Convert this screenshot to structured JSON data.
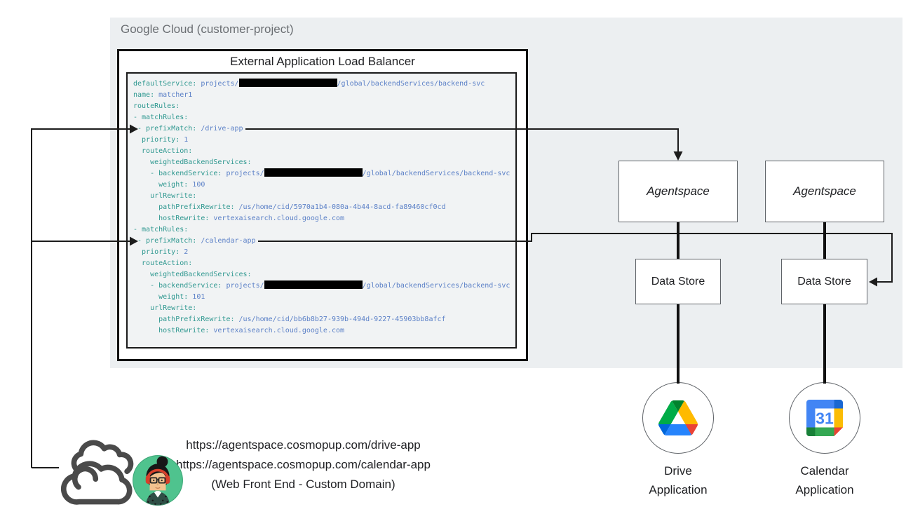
{
  "colors": {
    "container_bg": "#eceff1",
    "code_bg": "#f1f3f4",
    "yaml_key": "#2f9890",
    "yaml_value": "#5b80c7",
    "connector": "#1c1c1c",
    "drive_green": "#00ac47",
    "drive_yellow": "#ffba00",
    "drive_blue": "#2684fc",
    "drive_red": "#ea4335",
    "calendar_blue": "#4285f4",
    "avatar_bg_green": "#4fc38e"
  },
  "container_label": "Google Cloud (customer-project)",
  "load_balancer": {
    "title": "External Application Load Balancer"
  },
  "code": {
    "lines": [
      [
        [
          "k",
          "defaultService:"
        ],
        [
          "v",
          " projects/"
        ],
        [
          "r",
          ""
        ],
        [
          "v",
          "/global/backendServices/backend-svc"
        ]
      ],
      [
        [
          "k",
          "name:"
        ],
        [
          "v",
          " matcher1"
        ]
      ],
      [
        [
          "k",
          "routeRules:"
        ]
      ],
      [
        [
          "k",
          "- matchRules:"
        ]
      ],
      [
        [
          "k",
          " - prefixMatch:"
        ],
        [
          "v",
          " /drive-app"
        ]
      ],
      [
        [
          "k",
          "  priority:"
        ],
        [
          "v",
          " 1"
        ]
      ],
      [
        [
          "k",
          "  routeAction:"
        ]
      ],
      [
        [
          "k",
          "    weightedBackendServices:"
        ]
      ],
      [
        [
          "k",
          "    - backendService:"
        ],
        [
          "v",
          " projects/"
        ],
        [
          "r",
          ""
        ],
        [
          "v",
          "/global/backendServices/backend-svc"
        ]
      ],
      [
        [
          "k",
          "      weight:"
        ],
        [
          "v",
          " 100"
        ]
      ],
      [
        [
          "k",
          "    urlRewrite:"
        ]
      ],
      [
        [
          "k",
          "      pathPrefixRewrite:"
        ],
        [
          "v",
          " /us/home/cid/5970a1b4-080a-4b44-8acd-fa89460cf0cd"
        ]
      ],
      [
        [
          "k",
          "      hostRewrite:"
        ],
        [
          "v",
          " vertexaisearch.cloud.google.com"
        ]
      ],
      [
        [
          "k",
          "- matchRules:"
        ]
      ],
      [
        [
          "k",
          " - prefixMatch:"
        ],
        [
          "v",
          " /calendar-app"
        ]
      ],
      [
        [
          "k",
          "  priority:"
        ],
        [
          "v",
          " 2"
        ]
      ],
      [
        [
          "k",
          "  routeAction:"
        ]
      ],
      [
        [
          "k",
          "    weightedBackendServices:"
        ]
      ],
      [
        [
          "k",
          "    - backendService:"
        ],
        [
          "v",
          " projects/"
        ],
        [
          "r",
          ""
        ],
        [
          "v",
          "/global/backendServices/backend-svc"
        ]
      ],
      [
        [
          "k",
          "      weight:"
        ],
        [
          "v",
          " 101"
        ]
      ],
      [
        [
          "k",
          "    urlRewrite:"
        ]
      ],
      [
        [
          "k",
          "      pathPrefixRewrite:"
        ],
        [
          "v",
          " /us/home/cid/bb6b8b27-939b-494d-9227-45903bb8afcf"
        ]
      ],
      [
        [
          "k",
          "      hostRewrite:"
        ],
        [
          "v",
          " vertexaisearch.cloud.google.com"
        ]
      ]
    ]
  },
  "agentspace": [
    {
      "label": "Agentspace"
    },
    {
      "label": "Agentspace"
    }
  ],
  "data_stores": [
    {
      "label": "Data Store"
    },
    {
      "label": "Data Store"
    }
  ],
  "apps": [
    {
      "name_line1": "Drive",
      "name_line2": "Application",
      "icon": "google-drive-icon"
    },
    {
      "name_line1": "Calendar",
      "name_line2": "Application",
      "icon": "google-calendar-icon",
      "calendar_day": "31"
    }
  ],
  "frontend": {
    "urls": [
      "https://agentspace.cosmopup.com/drive-app",
      "https://agentspace.cosmopup.com/calendar-app"
    ],
    "caption": "(Web Front End - Custom Domain)"
  }
}
